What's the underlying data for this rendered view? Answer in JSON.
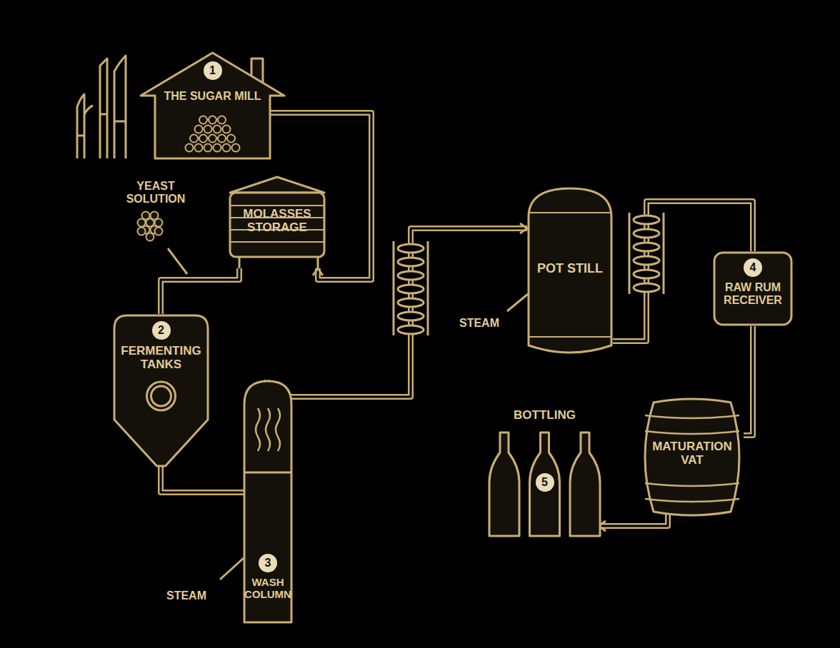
{
  "diagram": {
    "nodes": [
      {
        "text": [
          "1",
          "THE SUGAR MILL"
        ]
      },
      {
        "text": [
          "MOLASSES STORAGE"
        ]
      },
      {
        "text": [
          "2",
          "FERMENTING TANKS"
        ]
      },
      {
        "text": [
          "3",
          "WASH COLUMN"
        ]
      },
      {
        "text": [
          "POT STILL"
        ]
      },
      {
        "text": [
          "4",
          "RAW RUM RECEIVER"
        ]
      },
      {
        "text": [
          "MATURATION VAT"
        ]
      },
      {
        "text": [
          "BOTTLING",
          "5"
        ]
      }
    ],
    "edges": [
      {
        "from": 0,
        "to": 1,
        "arrow": "to"
      },
      {
        "from": 1,
        "to": 2,
        "arrow": "none"
      },
      {
        "from": 2,
        "to": 3,
        "arrow": "none"
      },
      {
        "from": 3,
        "to": 4,
        "arrow": "to"
      },
      {
        "from": 4,
        "to": 5,
        "arrow": "none"
      },
      {
        "from": 5,
        "to": 6,
        "arrow": "none"
      },
      {
        "from": 6,
        "to": 7,
        "arrow": "to"
      }
    ],
    "labels": [
      "YEAST SOLUTION",
      "STEAM",
      "STEAM"
    ]
  }
}
